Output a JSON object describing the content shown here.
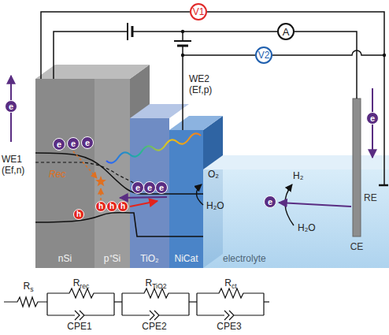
{
  "diagram": {
    "nodes": [
      {
        "text": [
          "V1"
        ]
      },
      {
        "text": [
          "A"
        ]
      },
      {
        "text": [
          "V2"
        ]
      },
      {
        "text": [
          "nSi"
        ]
      },
      {
        "text": [
          "p⁺Si"
        ]
      },
      {
        "text": [
          "TiO₂"
        ]
      },
      {
        "text": [
          "NiCat"
        ]
      },
      {
        "text": [
          "electrolyte"
        ]
      },
      {
        "text": [
          "CE"
        ]
      },
      {
        "text": [
          "e"
        ]
      },
      {
        "text": [
          "e"
        ],
        "in": 3
      },
      {
        "text": [
          "e"
        ],
        "in": 3
      },
      {
        "text": [
          "e"
        ],
        "in": 3
      },
      {
        "text": [
          "h"
        ],
        "in": 3
      },
      {
        "text": [
          "h"
        ],
        "in": 4
      },
      {
        "text": [
          "h"
        ],
        "in": 4
      },
      {
        "text": [
          "h"
        ],
        "in": 4
      },
      {
        "text": [
          "e"
        ],
        "in": 5
      },
      {
        "text": [
          "e"
        ],
        "in": 5
      },
      {
        "text": [
          "e"
        ],
        "in": 5
      },
      {
        "text": [
          "e"
        ]
      },
      {
        "text": [
          "e"
        ],
        "in": 7
      }
    ],
    "edges": [
      {
        "from": 0,
        "to": 3,
        "arrow": "none"
      },
      {
        "from": 1,
        "to": 3,
        "arrow": "none"
      },
      {
        "from": 1,
        "to": 8,
        "arrow": "none"
      },
      {
        "from": 2,
        "to": 6,
        "arrow": "none"
      }
    ],
    "labels": [
      "WE1 (Ef,n)",
      "WE2 (Ef,p)",
      "Rec",
      "O₂",
      "H₂O",
      "H₂",
      "H₂O",
      "RE",
      "Rs",
      "Rrec",
      "CPE1",
      "RTiO2",
      "CPE2",
      "Rct",
      "CPE3"
    ]
  }
}
